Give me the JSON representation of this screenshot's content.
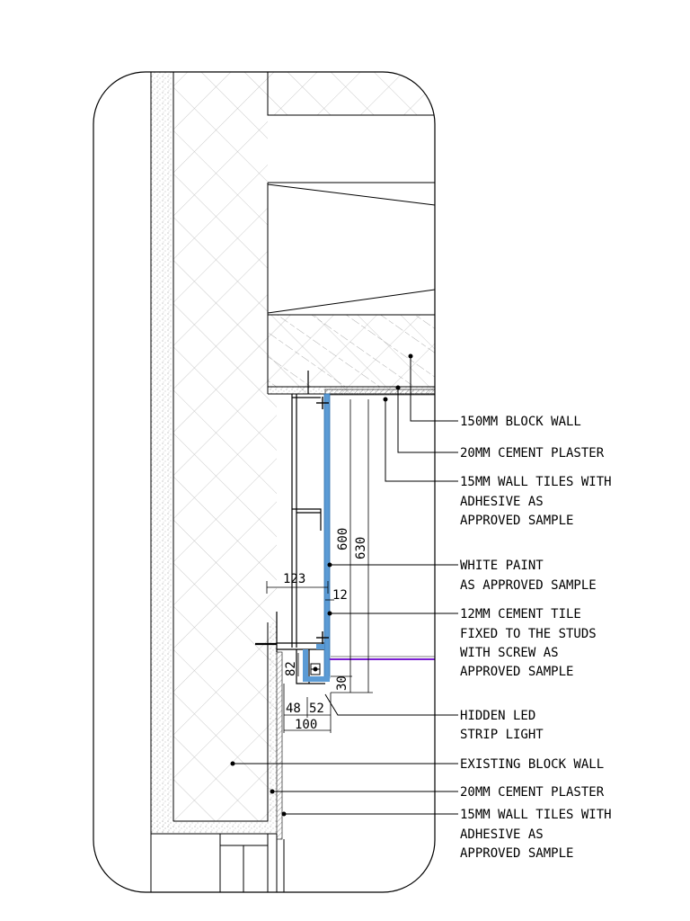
{
  "labels": {
    "top_1": "150MM BLOCK WALL",
    "top_2": "20MM CEMENT PLASTER",
    "top_3": [
      "15MM WALL TILES WITH",
      "ADHESIVE AS",
      "APPROVED SAMPLE"
    ],
    "paint": [
      "WHITE PAINT",
      "AS APPROVED SAMPLE"
    ],
    "tile": [
      "12MM CEMENT TILE",
      "FIXED TO THE STUDS",
      "WITH SCREW AS",
      "APPROVED SAMPLE"
    ],
    "led": [
      "HIDDEN LED",
      "STRIP LIGHT"
    ],
    "bottom_1": "EXISTING BLOCK WALL",
    "bottom_2": "20MM CEMENT PLASTER",
    "bottom_3": [
      "15MM WALL TILES WITH",
      "ADHESIVE AS",
      "APPROVED SAMPLE"
    ]
  },
  "dimensions": {
    "d600": "600",
    "d630": "630",
    "d123": "123",
    "d12": "12",
    "d82": "82",
    "d30": "30",
    "d48": "48",
    "d52": "52",
    "d100": "100"
  },
  "colors": {
    "line": "#000000",
    "panel_blue": "#5b9bd5",
    "led_purple": "#7a1fd1"
  }
}
